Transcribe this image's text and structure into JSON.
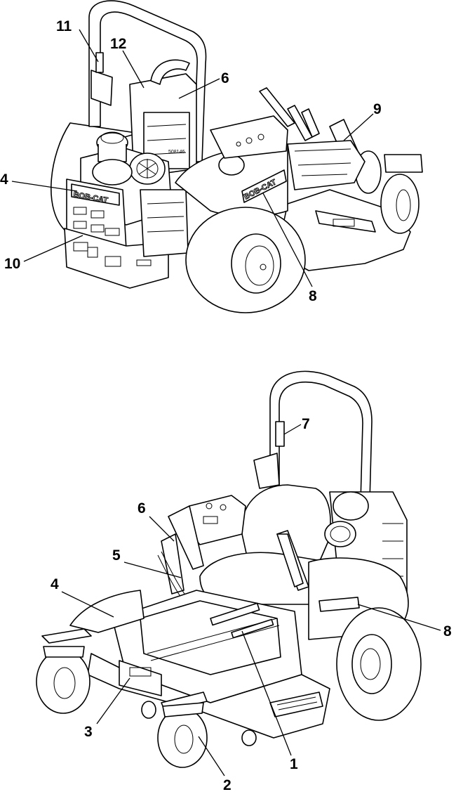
{
  "top_view": {
    "callouts": [
      "11",
      "12",
      "6",
      "9",
      "4",
      "10",
      "8"
    ],
    "decal_brand": "BOB-CAT",
    "model_code": "508146"
  },
  "bottom_view": {
    "callouts": [
      "7",
      "6",
      "5",
      "4",
      "3",
      "2",
      "1",
      "8"
    ]
  }
}
